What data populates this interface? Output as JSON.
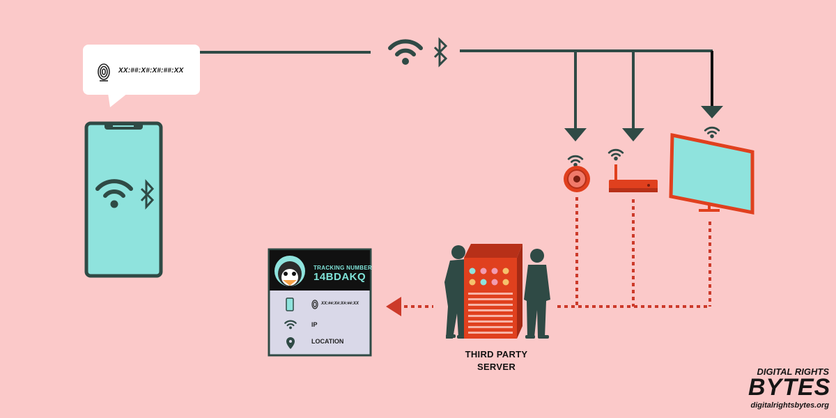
{
  "bubble": {
    "mac_address": "XX:##:X#:X#:##:XX",
    "fingerprint_icon": "fingerprint-icon"
  },
  "phone": {
    "icons": [
      "wifi-icon",
      "bluetooth-icon"
    ]
  },
  "network": {
    "icons": [
      "wifi-icon",
      "bluetooth-icon"
    ]
  },
  "devices": [
    "camera",
    "router",
    "smart-tv"
  ],
  "tracking_card": {
    "label": "TRACKING NUMBER",
    "number": "14BDAKQ",
    "mac_address": "XX:##:X#:X#:##:XX",
    "ip_label": "IP",
    "location_label": "LOCATION"
  },
  "server": {
    "line1": "THIRD PARTY",
    "line2": "SERVER"
  },
  "brand": {
    "title": "DIGITAL RIGHTS",
    "name": "BYTES",
    "url": "digitalrightsbytes.org"
  },
  "colors": {
    "background": "#fbc9c9",
    "dark": "#2f4a45",
    "teal": "#8fe3dd",
    "red": "#e0401e",
    "dotted": "#cc3a2a"
  }
}
